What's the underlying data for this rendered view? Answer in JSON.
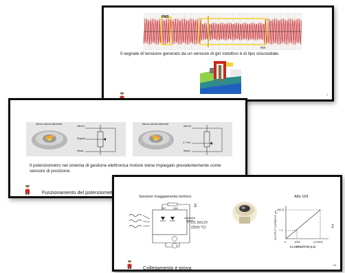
{
  "slides": [
    {
      "signal_labels": {
        "pms": "PMS",
        "v": "V",
        "rw": "RW"
      },
      "caption": "Il segnale di tensione generato da un sensore di giri induttivo è di tipo sinusoidale.",
      "page": "7"
    },
    {
      "panel_captions": [
        "Attuoe valvola alimentat",
        "Attuoe valvola alimentat"
      ],
      "labels_left": [
        "Aliment.",
        "Segnale",
        "Massa"
      ],
      "labels_right": [
        "Aliment.",
        "4-7 Volt",
        "Massa"
      ],
      "caption": "Il potenziometro nel sistema di gestione elettronica motore viene impiegato prevalentemente come sensore di posizione.",
      "footer": "Funzionamento del potenziometro"
    },
    {
      "title": "Sensore irraggiamento termico",
      "subtitle": "Alfa 159",
      "circuit": {
        "label_5v": "5V",
        "label_18k": "18K",
        "number": "3",
        "dc_line1": "DC 5±0,2V",
        "dc_line2": "(25±5 °C)"
      },
      "graph": {
        "ylabel": "OUTPUT CURRENT µA",
        "xlabel": "ILLUMINATION (LX)",
        "y_top": "(98,3)",
        "y_mid": "7,3",
        "x_zero": "0",
        "x_1000": "1000",
        "x_13400": "(13400)",
        "number": "2"
      },
      "footer": "Collegamento e prova",
      "page": "43"
    }
  ],
  "colors": {
    "signal_red": "#c8242a",
    "highlight_yellow": "#f3d33a",
    "teal": "#2e8c8c"
  }
}
